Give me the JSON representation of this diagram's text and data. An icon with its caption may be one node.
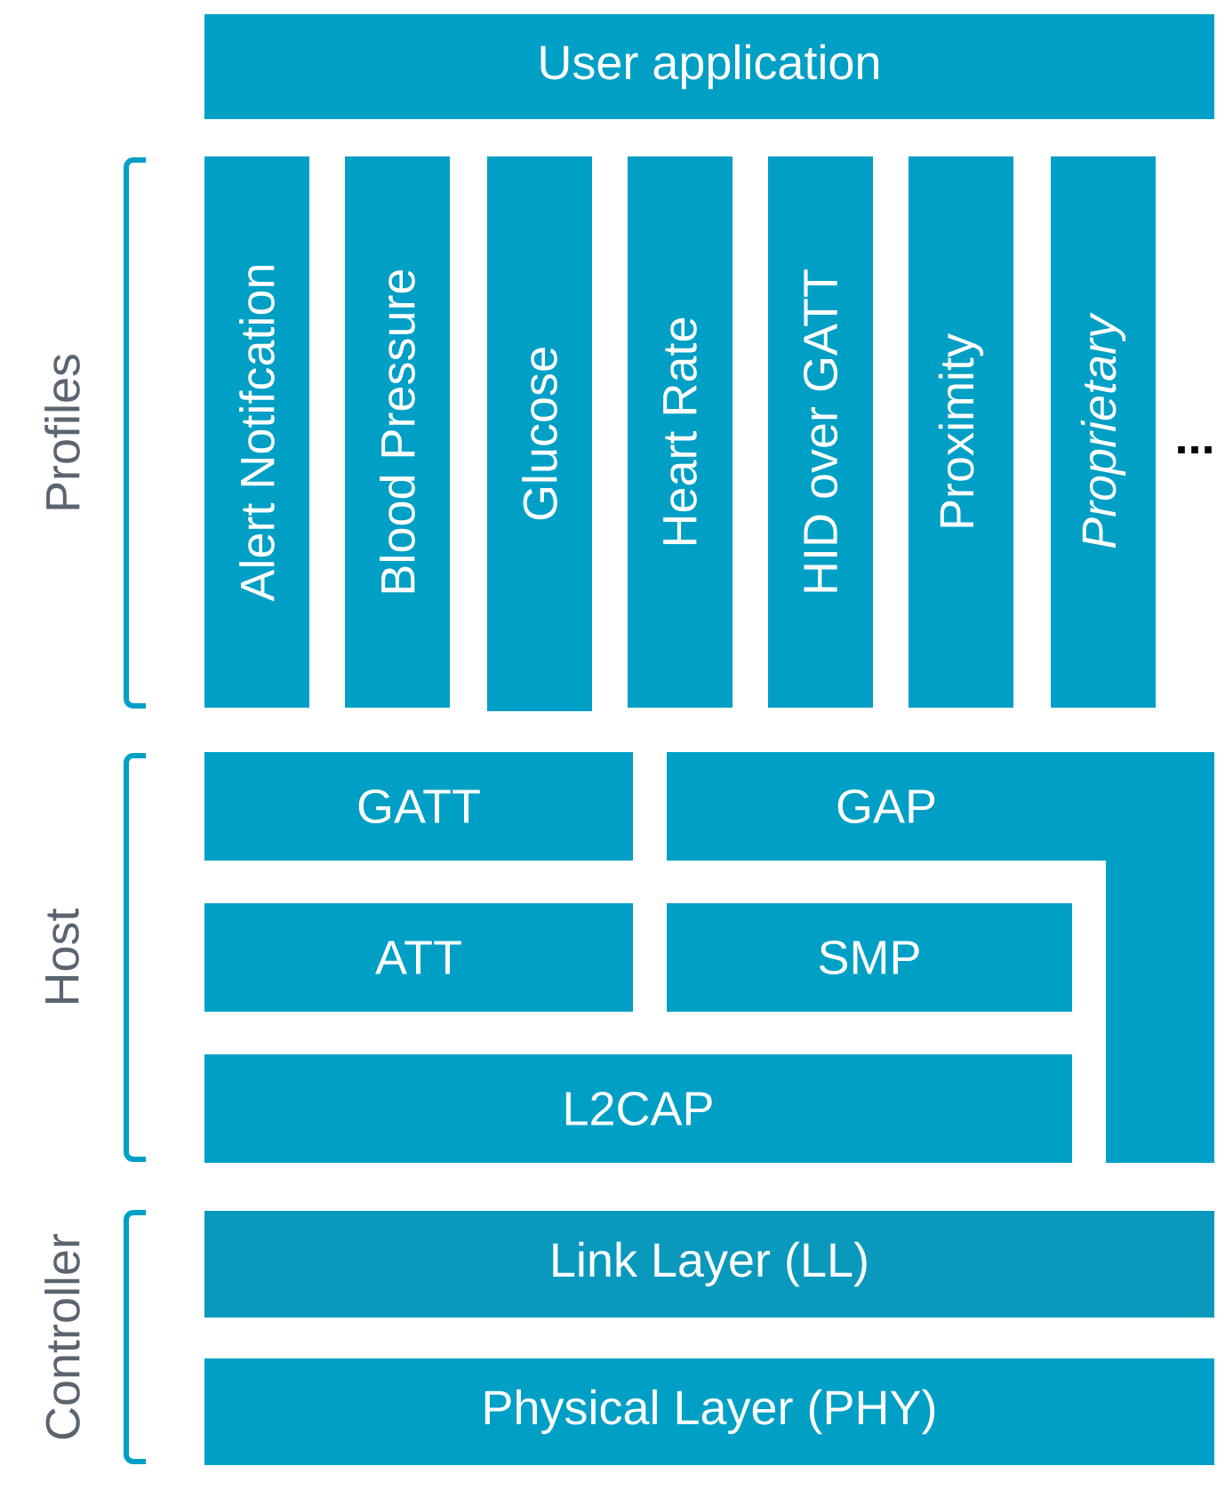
{
  "diagram": {
    "nodes": [
      {
        "text": [
          "User application"
        ]
      },
      {
        "text": [
          "Alert Notifcation"
        ]
      },
      {
        "text": [
          "Blood Pressure"
        ]
      },
      {
        "text": [
          "Glucose"
        ]
      },
      {
        "text": [
          "Heart Rate"
        ]
      },
      {
        "text": [
          "HID over GATT"
        ]
      },
      {
        "text": [
          "Proximity"
        ]
      },
      {
        "text": [
          "Proprietary"
        ]
      },
      {
        "text": [
          "GATT"
        ]
      },
      {
        "text": [
          "GAP"
        ]
      },
      {
        "text": [
          "ATT"
        ]
      },
      {
        "text": [
          "SMP"
        ]
      },
      {
        "text": [
          "L2CAP"
        ]
      },
      {
        "text": [
          "Link Layer (LL)"
        ]
      },
      {
        "text": [
          "Physical Layer (PHY)"
        ]
      }
    ],
    "labels": [
      "Profiles",
      "...",
      "Host",
      "Controller"
    ]
  }
}
